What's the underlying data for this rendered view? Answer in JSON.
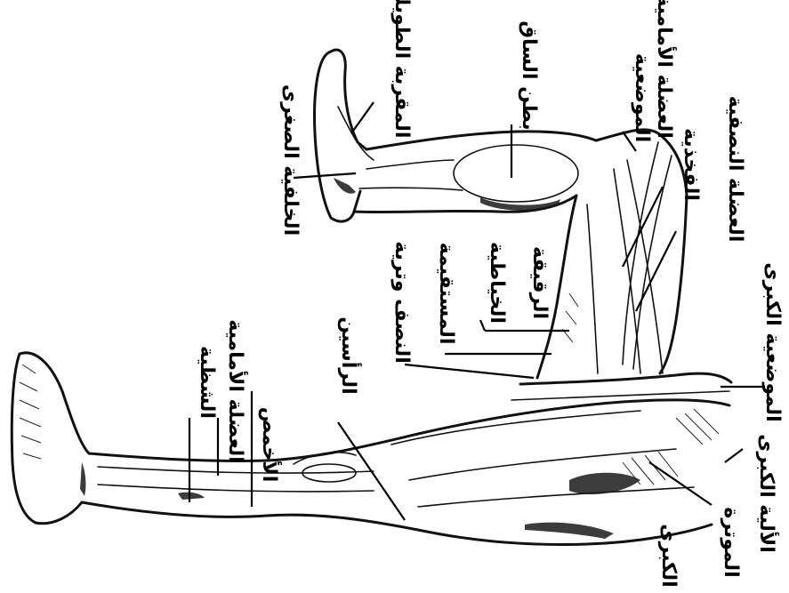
{
  "labels": {
    "l_left_top": "الأخمص",
    "l_left_mid": "العضلة الأمامية",
    "l_left_low": "الشظية",
    "l_center": "الرأسين",
    "l_sartorius": "الخياطية",
    "l_rectus": "المستقيمة",
    "l_gracilis": "الرقيقة",
    "l_semi": "النصف وترية",
    "l_calf": "بطن الساق",
    "l_heel": "الخلفية الصغرى",
    "l_hip": "المقربة الطويلة",
    "l_knee_top": "العضلة الأمامية",
    "l_right_top": "الموضعية",
    "l_right_mid": "العضلة النصفية",
    "l_right_big": "الفخذية",
    "l_glute_a": "الألية الكبرى",
    "l_glute_b": "الموترة",
    "l_glute_c": "الكبرى",
    "l_right_edge": "الموضعية الكبرى"
  }
}
